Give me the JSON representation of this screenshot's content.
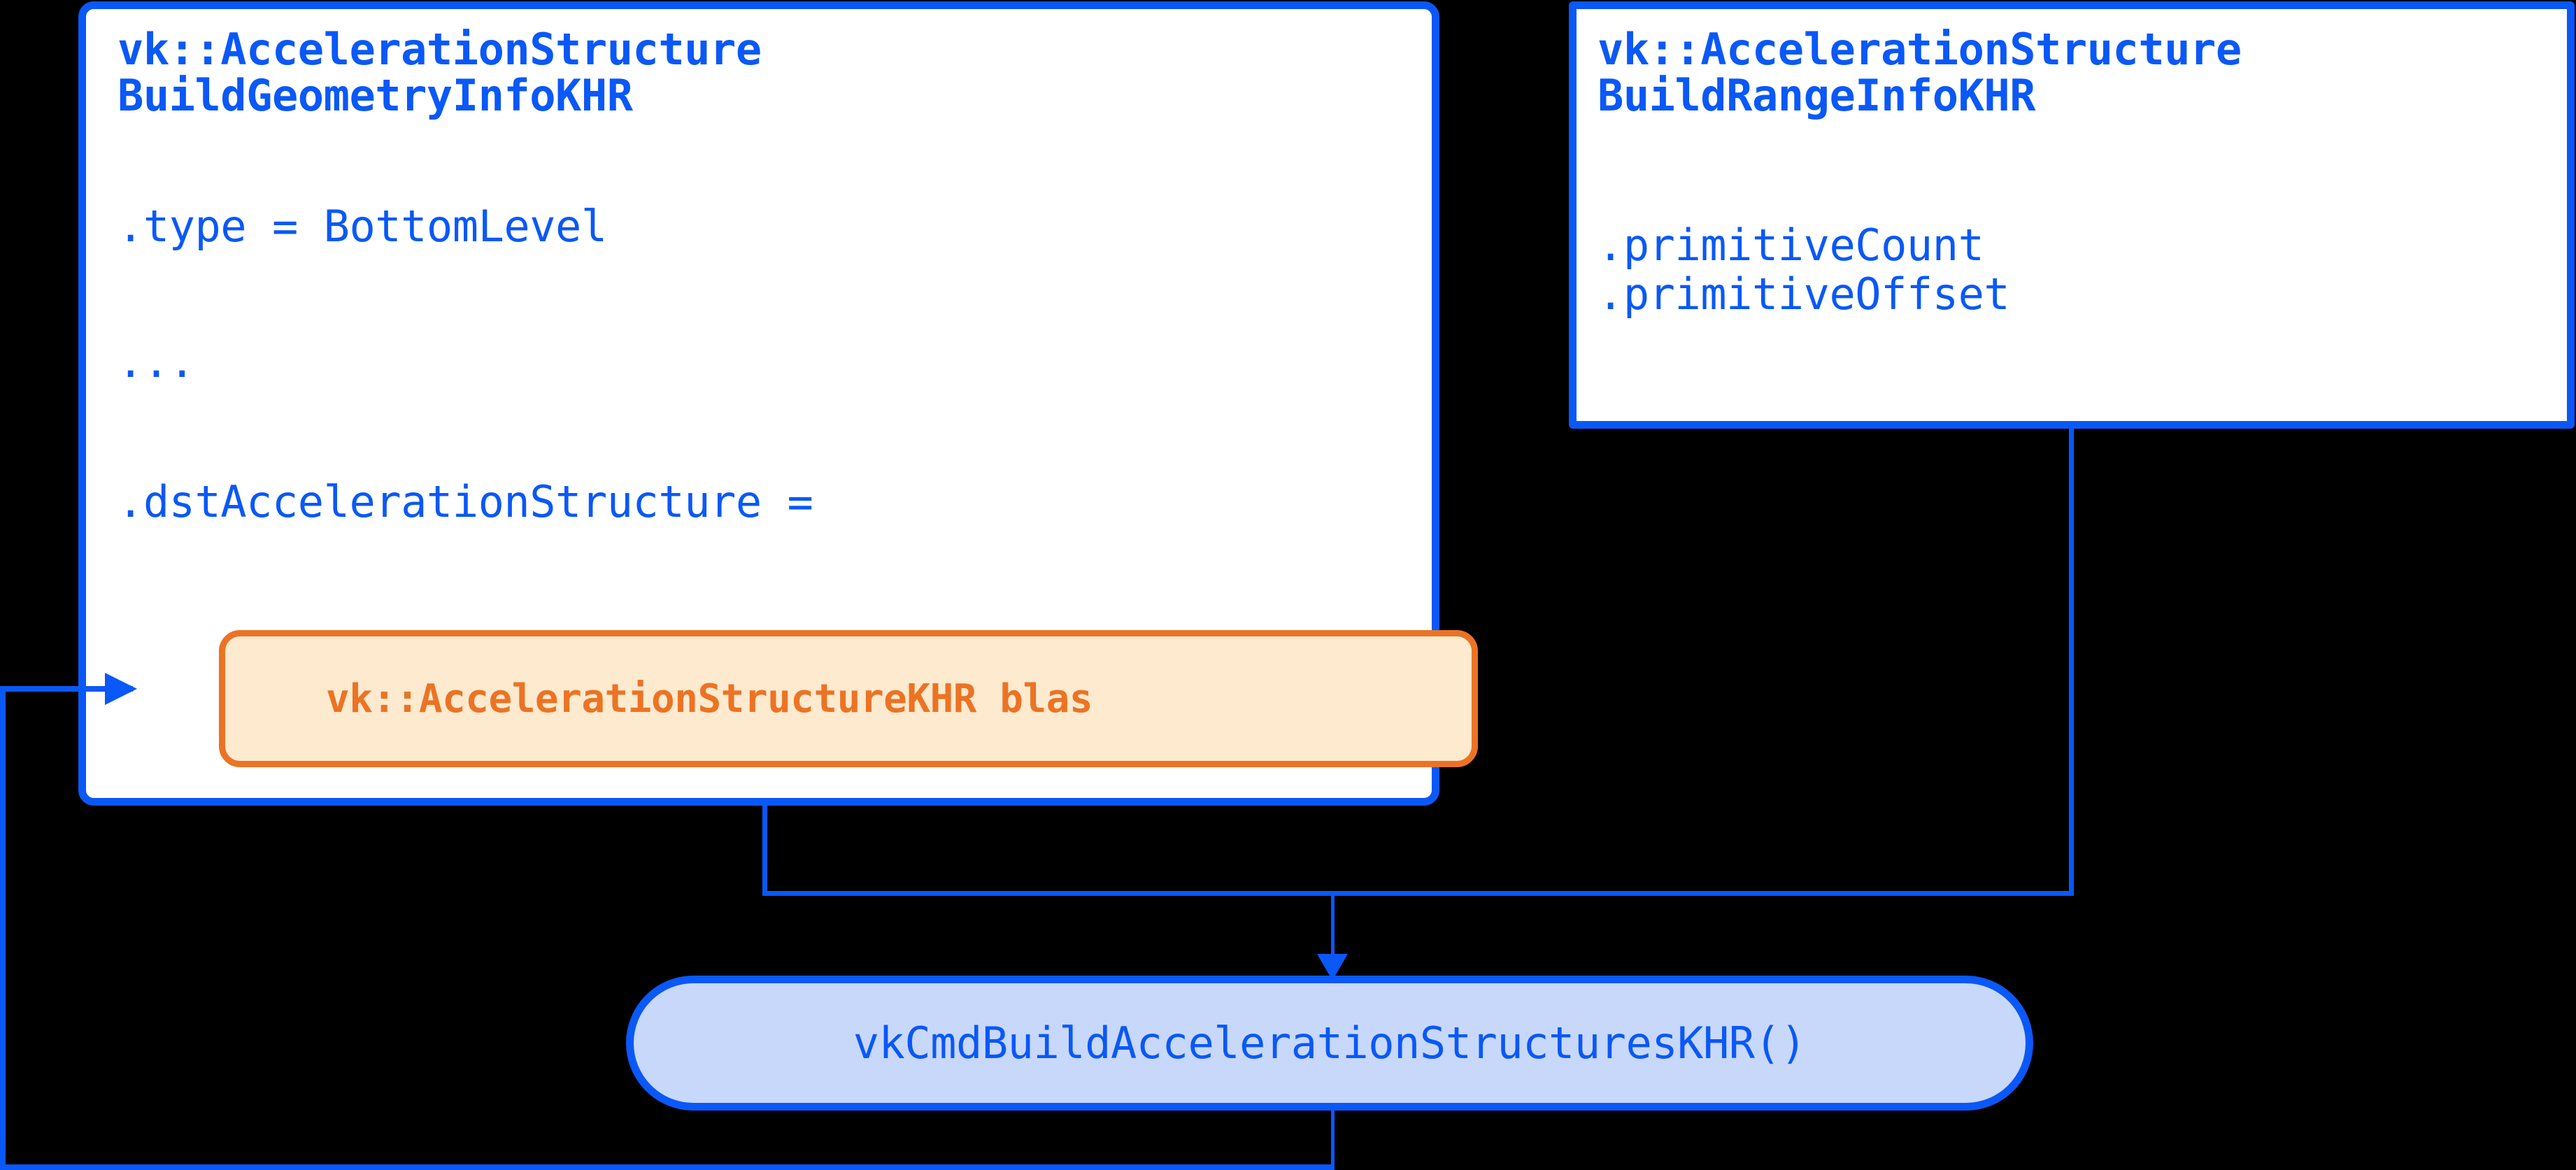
{
  "colors": {
    "background": "#000000",
    "accent_blue": "#0a58f7",
    "box_fill": "#ffffff",
    "highlight_orange": "#ec7324",
    "highlight_orange_fill": "#fdeacf",
    "capsule_fill": "#c8d8fa"
  },
  "build_geometry_box": {
    "title_line1": "vk::AccelerationStructure",
    "title_line2": "BuildGeometryInfoKHR",
    "line_type": ".type = BottomLevel",
    "line_ellipsis": "...",
    "line_dst": ".dstAccelerationStructure ="
  },
  "blas_handle": {
    "label": "vk::AccelerationStructureKHR blas"
  },
  "build_range_box": {
    "title_line1": "vk::AccelerationStructure",
    "title_line2": "BuildRangeInfoKHR",
    "line_primitive_count": ".primitiveCount",
    "line_primitive_offset": ".primitiveOffset"
  },
  "command_capsule": {
    "label": "vkCmdBuildAccelerationStructuresKHR()"
  }
}
